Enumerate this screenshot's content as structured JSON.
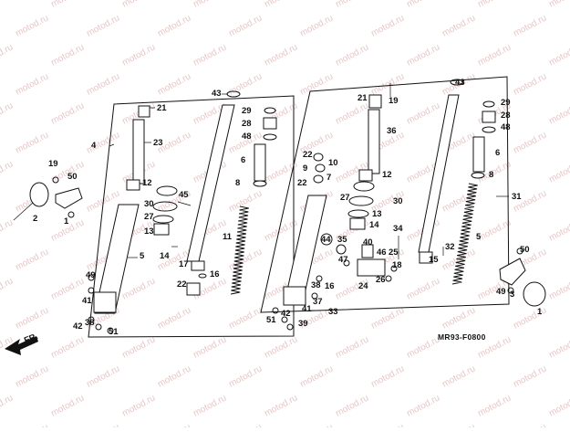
{
  "diagram": {
    "watermark_text": "motod.ru",
    "drawing_code": "MR93-F0800",
    "direction_label": "FR.",
    "left_assembly_callouts": [
      "43",
      "21",
      "23",
      "4",
      "12",
      "29",
      "28",
      "48",
      "6",
      "8",
      "45",
      "30",
      "27",
      "13",
      "14",
      "11",
      "5",
      "17",
      "16",
      "22",
      "19",
      "50",
      "2",
      "1",
      "49",
      "41",
      "38",
      "42",
      "51",
      "39"
    ],
    "right_assembly_callouts": [
      "43",
      "21",
      "19",
      "36",
      "29",
      "28",
      "48",
      "22",
      "9",
      "7",
      "10",
      "12",
      "6",
      "8",
      "31",
      "22",
      "27",
      "30",
      "13",
      "14",
      "34",
      "35",
      "40",
      "25",
      "44",
      "46",
      "18",
      "47",
      "24",
      "26",
      "32",
      "15",
      "5",
      "50",
      "38",
      "16",
      "49",
      "3",
      "1",
      "41",
      "33",
      "42",
      "51",
      "39",
      "37"
    ]
  },
  "colors": {
    "ink": "#111111",
    "watermark": "#e6c8c8",
    "background": "#ffffff"
  }
}
